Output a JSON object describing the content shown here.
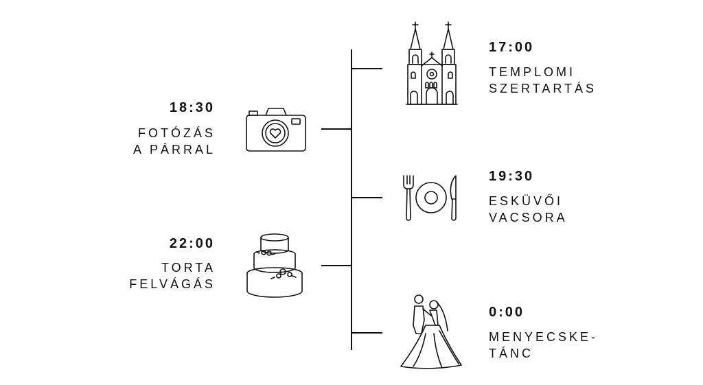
{
  "events": [
    {
      "time": "17:00",
      "line1": "TEMPLOMI",
      "line2": "SZERTARTÁS",
      "icon": "church-icon"
    },
    {
      "time": "18:30",
      "line1": "FOTÓZÁS",
      "line2": "A PÁRRAL",
      "icon": "camera-icon"
    },
    {
      "time": "19:30",
      "line1": "ESKÜVŐI",
      "line2": "VACSORA",
      "icon": "plate-cutlery-icon"
    },
    {
      "time": "22:00",
      "line1": "TORTA",
      "line2": "FELVÁGÁS",
      "icon": "cake-icon"
    },
    {
      "time": "0:00",
      "line1": "MENYECSKE-",
      "line2": "TÁNC",
      "icon": "dancing-couple-icon"
    }
  ]
}
